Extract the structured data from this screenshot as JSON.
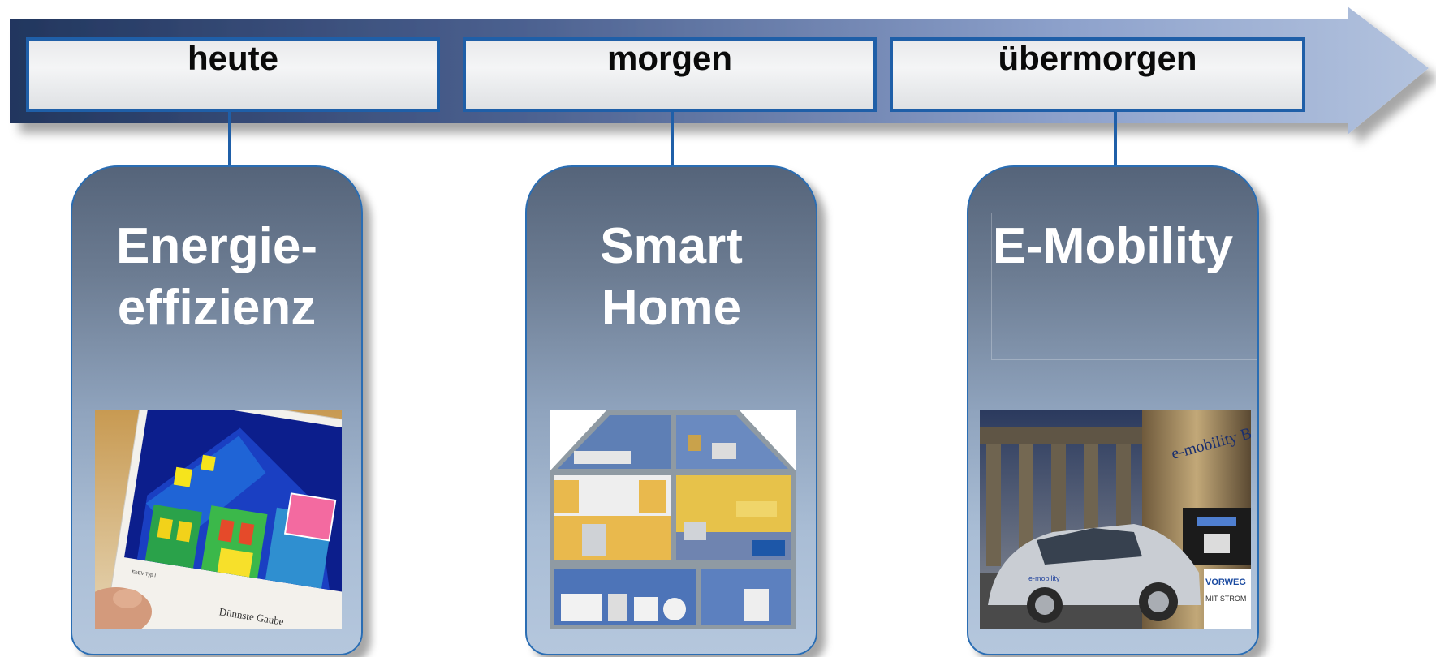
{
  "timeline": {
    "stages": [
      {
        "label": "heute"
      },
      {
        "label": "morgen"
      },
      {
        "label": "übermorgen"
      }
    ]
  },
  "cards": [
    {
      "title_line1": "Energie-",
      "title_line2": "effizienz",
      "image": "thermal-house-photo"
    },
    {
      "title_line1": "Smart",
      "title_line2": "Home",
      "image": "smart-home-cutaway-illustration"
    },
    {
      "title_line1": "E-Mobility",
      "title_line2": "",
      "image": "electric-car-charging-station-photo"
    }
  ],
  "photo_texts": {
    "thermal_caption": "Dünnste Gaube",
    "thermal_small": "EnEV Typ I",
    "mobility_brand": "e-mobility Berlin",
    "rwe_sign": "VORWEG",
    "rwe_sub": "MIT STROM",
    "car_decal": "e-mobility"
  },
  "colors": {
    "arrow_dark": "#243a63",
    "arrow_light": "#b3c3de",
    "box_border": "#1f5fa8",
    "card_top": "#55647a",
    "card_bottom": "#b5c7dd"
  }
}
